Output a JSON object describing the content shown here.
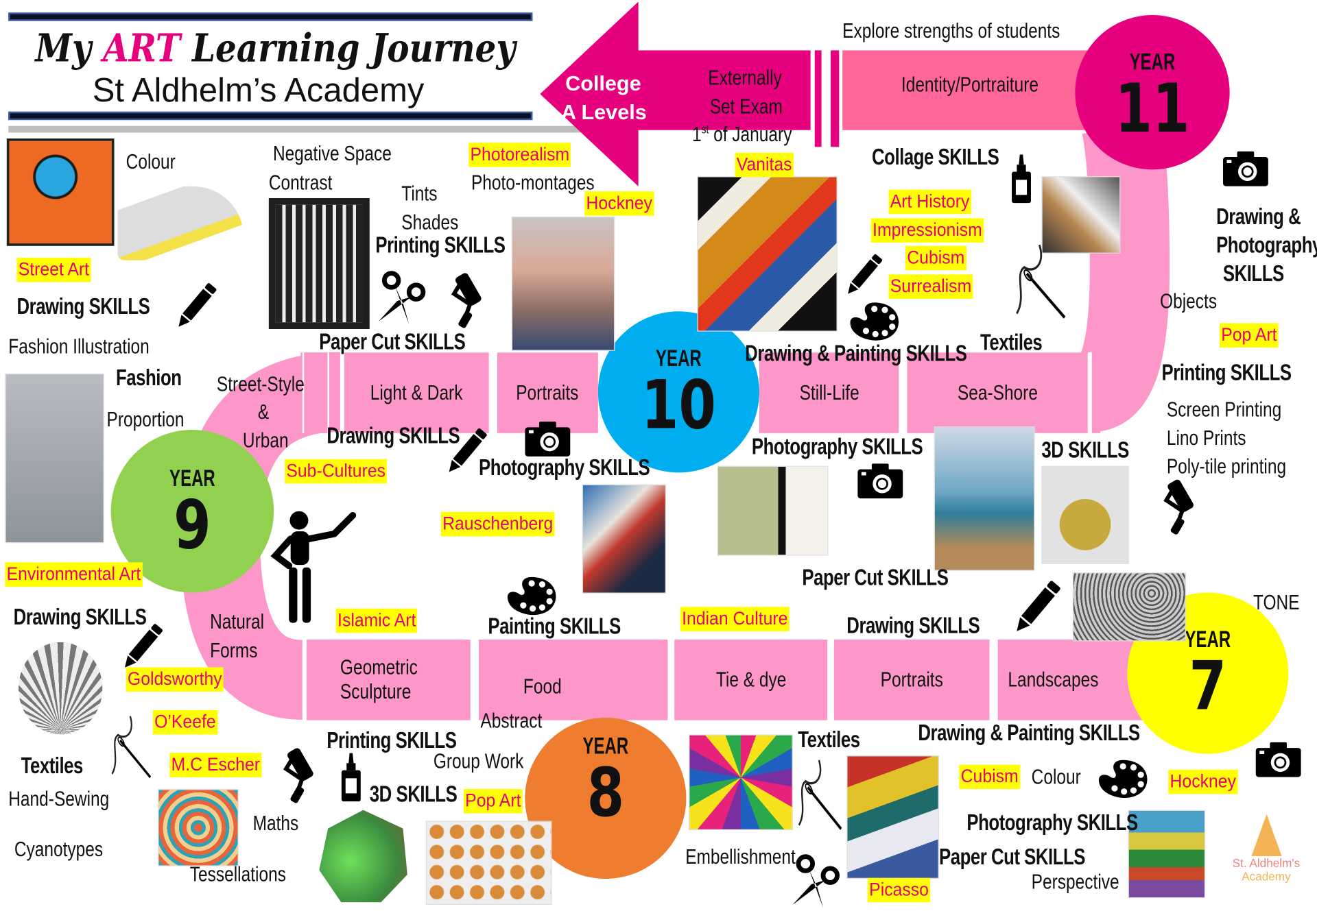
{
  "header": {
    "title_my": "My",
    "title_art": "ART",
    "title_rest": "Learning Journey",
    "subtitle": "St Aldhelm’s Academy"
  },
  "exam_arrow": {
    "college": "College",
    "a_levels": "A Levels",
    "exam_lines": [
      "Externally",
      "Set Exam",
      "1",
      "st",
      " of January"
    ],
    "explore": "Explore strengths of students",
    "identity": "Identity/Portraiture"
  },
  "year11": {
    "year_word": "YEAR",
    "year_num": "11",
    "labels": [
      "Colour",
      "Negative Space",
      "Contrast",
      "Tints",
      "Shades",
      "Photo-montages",
      "Objects",
      "Screen Printing",
      "Lino Prints",
      "Poly-tile printing"
    ],
    "skills": [
      "Printing SKILLS",
      "Collage SKILLS",
      "Drawing &",
      "Photography",
      "SKILLS",
      "Printing SKILLS"
    ],
    "highlights": [
      "Photorealism",
      "Hockney",
      "Vanitas",
      "Art History",
      "Impressionism",
      "Cubism",
      "Surrealism",
      "Pop Art",
      "Street Art"
    ]
  },
  "year10": {
    "year_word": "YEAR",
    "year_num": "10",
    "boxes": [
      "Light & Dark",
      "Portraits",
      "Still-Life",
      "Sea-Shore"
    ],
    "skills": [
      "Drawing SKILLS",
      "Paper Cut SKILLS",
      "Drawing & Painting SKILLS",
      "Textiles",
      "Drawing SKILLS",
      "Photography SKILLS",
      "Photography SKILLS",
      "3D SKILLS",
      "Paper Cut SKILLS"
    ],
    "labels": [
      "Fashion Illustration",
      "Fashion",
      "Proportion",
      "Street-Style",
      "&",
      "Urban"
    ],
    "highlights": [
      "Sub-Cultures",
      "Rauschenberg"
    ]
  },
  "year9": {
    "year_word": "YEAR",
    "year_num": "9",
    "highlights": [
      "Environmental Art",
      "Islamic Art",
      "Goldsworthy",
      "O’Keefe",
      "M.C Escher"
    ],
    "skills": [
      "Drawing SKILLS",
      "Textiles"
    ],
    "labels": [
      "Natural",
      "Forms",
      "Hand-Sewing",
      "Cyanotypes"
    ],
    "boxes": [
      "Geometric",
      "Sculpture"
    ]
  },
  "year8": {
    "year_word": "YEAR",
    "year_num": "8",
    "skills": [
      "Painting SKILLS",
      "Printing SKILLS",
      "3D SKILLS",
      "Textiles"
    ],
    "labels": [
      "Food",
      "Abstract",
      "Group Work",
      "Maths",
      "Tessellations",
      "Embellishment"
    ],
    "highlights": [
      "Indian Culture",
      "Pop Art",
      "Picasso"
    ],
    "boxes": [
      "Tie & dye"
    ]
  },
  "year7": {
    "year_word": "YEAR",
    "year_num": "7",
    "boxes": [
      "Portraits",
      "Landscapes"
    ],
    "skills": [
      "Drawing SKILLS",
      "Drawing & Painting SKILLS",
      "Photography SKILLS",
      "Paper Cut SKILLS"
    ],
    "labels": [
      "TONE",
      "Colour",
      "Perspective"
    ],
    "highlights": [
      "Cubism",
      "Hockney"
    ]
  },
  "logo": {
    "line1": "St. Aldhelm's",
    "line2": "Academy"
  },
  "colors": {
    "magenta": "#e6007e",
    "pink": "#fd97c9",
    "year10": "#00adef",
    "year9": "#92d050",
    "year8": "#ef7d30",
    "year7": "#ffff00",
    "highlight": "#ffff00"
  }
}
